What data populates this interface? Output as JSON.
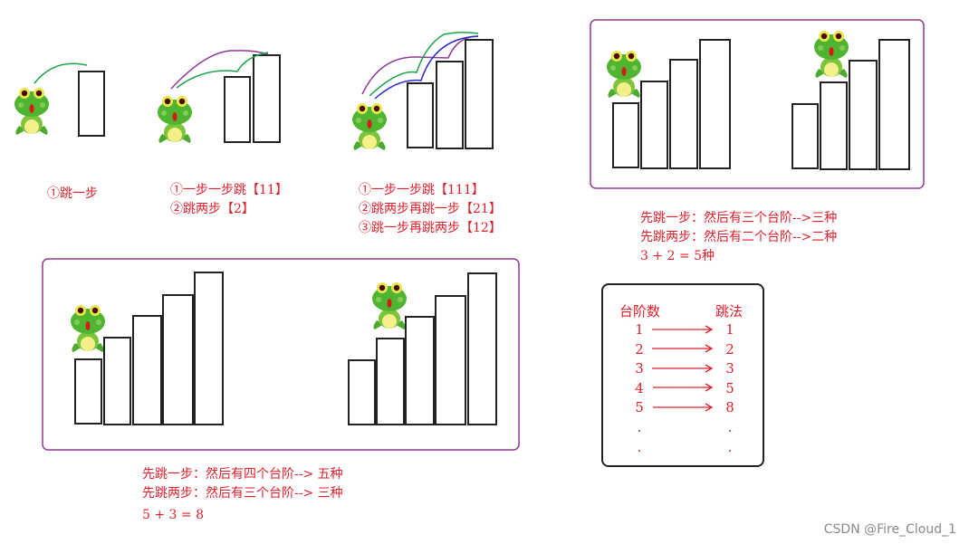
{
  "panel1": {
    "caption": [
      "①跳一步"
    ]
  },
  "panel2": {
    "caption": [
      "①一步一步跳【11】",
      "②跳两步【2】"
    ]
  },
  "panel3": {
    "caption": [
      "①一步一步跳【111】",
      "②跳两步再跳一步【21】",
      "③跳一步再跳两步【12】"
    ]
  },
  "panel4": {
    "caption": [
      "先跳一步：然后有三个台阶-->三种",
      "先跳两步：然后有二个台阶-->二种",
      "3 + 2 = 5种"
    ]
  },
  "panel5": {
    "caption": [
      "先跳一步：然后有四个台阶--> 五种",
      "先跳两步：然后有三个台阶--> 三种",
      "5 + 3 = 8"
    ]
  },
  "table": {
    "headers": [
      "台阶数",
      "跳法"
    ],
    "rows": [
      [
        "1",
        "1"
      ],
      [
        "2",
        "2"
      ],
      [
        "3",
        "3"
      ],
      [
        "4",
        "5"
      ],
      [
        "5",
        "8"
      ],
      [
        ".",
        "."
      ],
      [
        ".",
        "."
      ]
    ]
  },
  "watermark": "CSDN @Fire_Cloud_1",
  "colors": {
    "text": "#e0202a",
    "frame": "#8e3a96",
    "green": "#1aa34a",
    "purple": "#8e3a96",
    "blue": "#2a2ac8"
  }
}
